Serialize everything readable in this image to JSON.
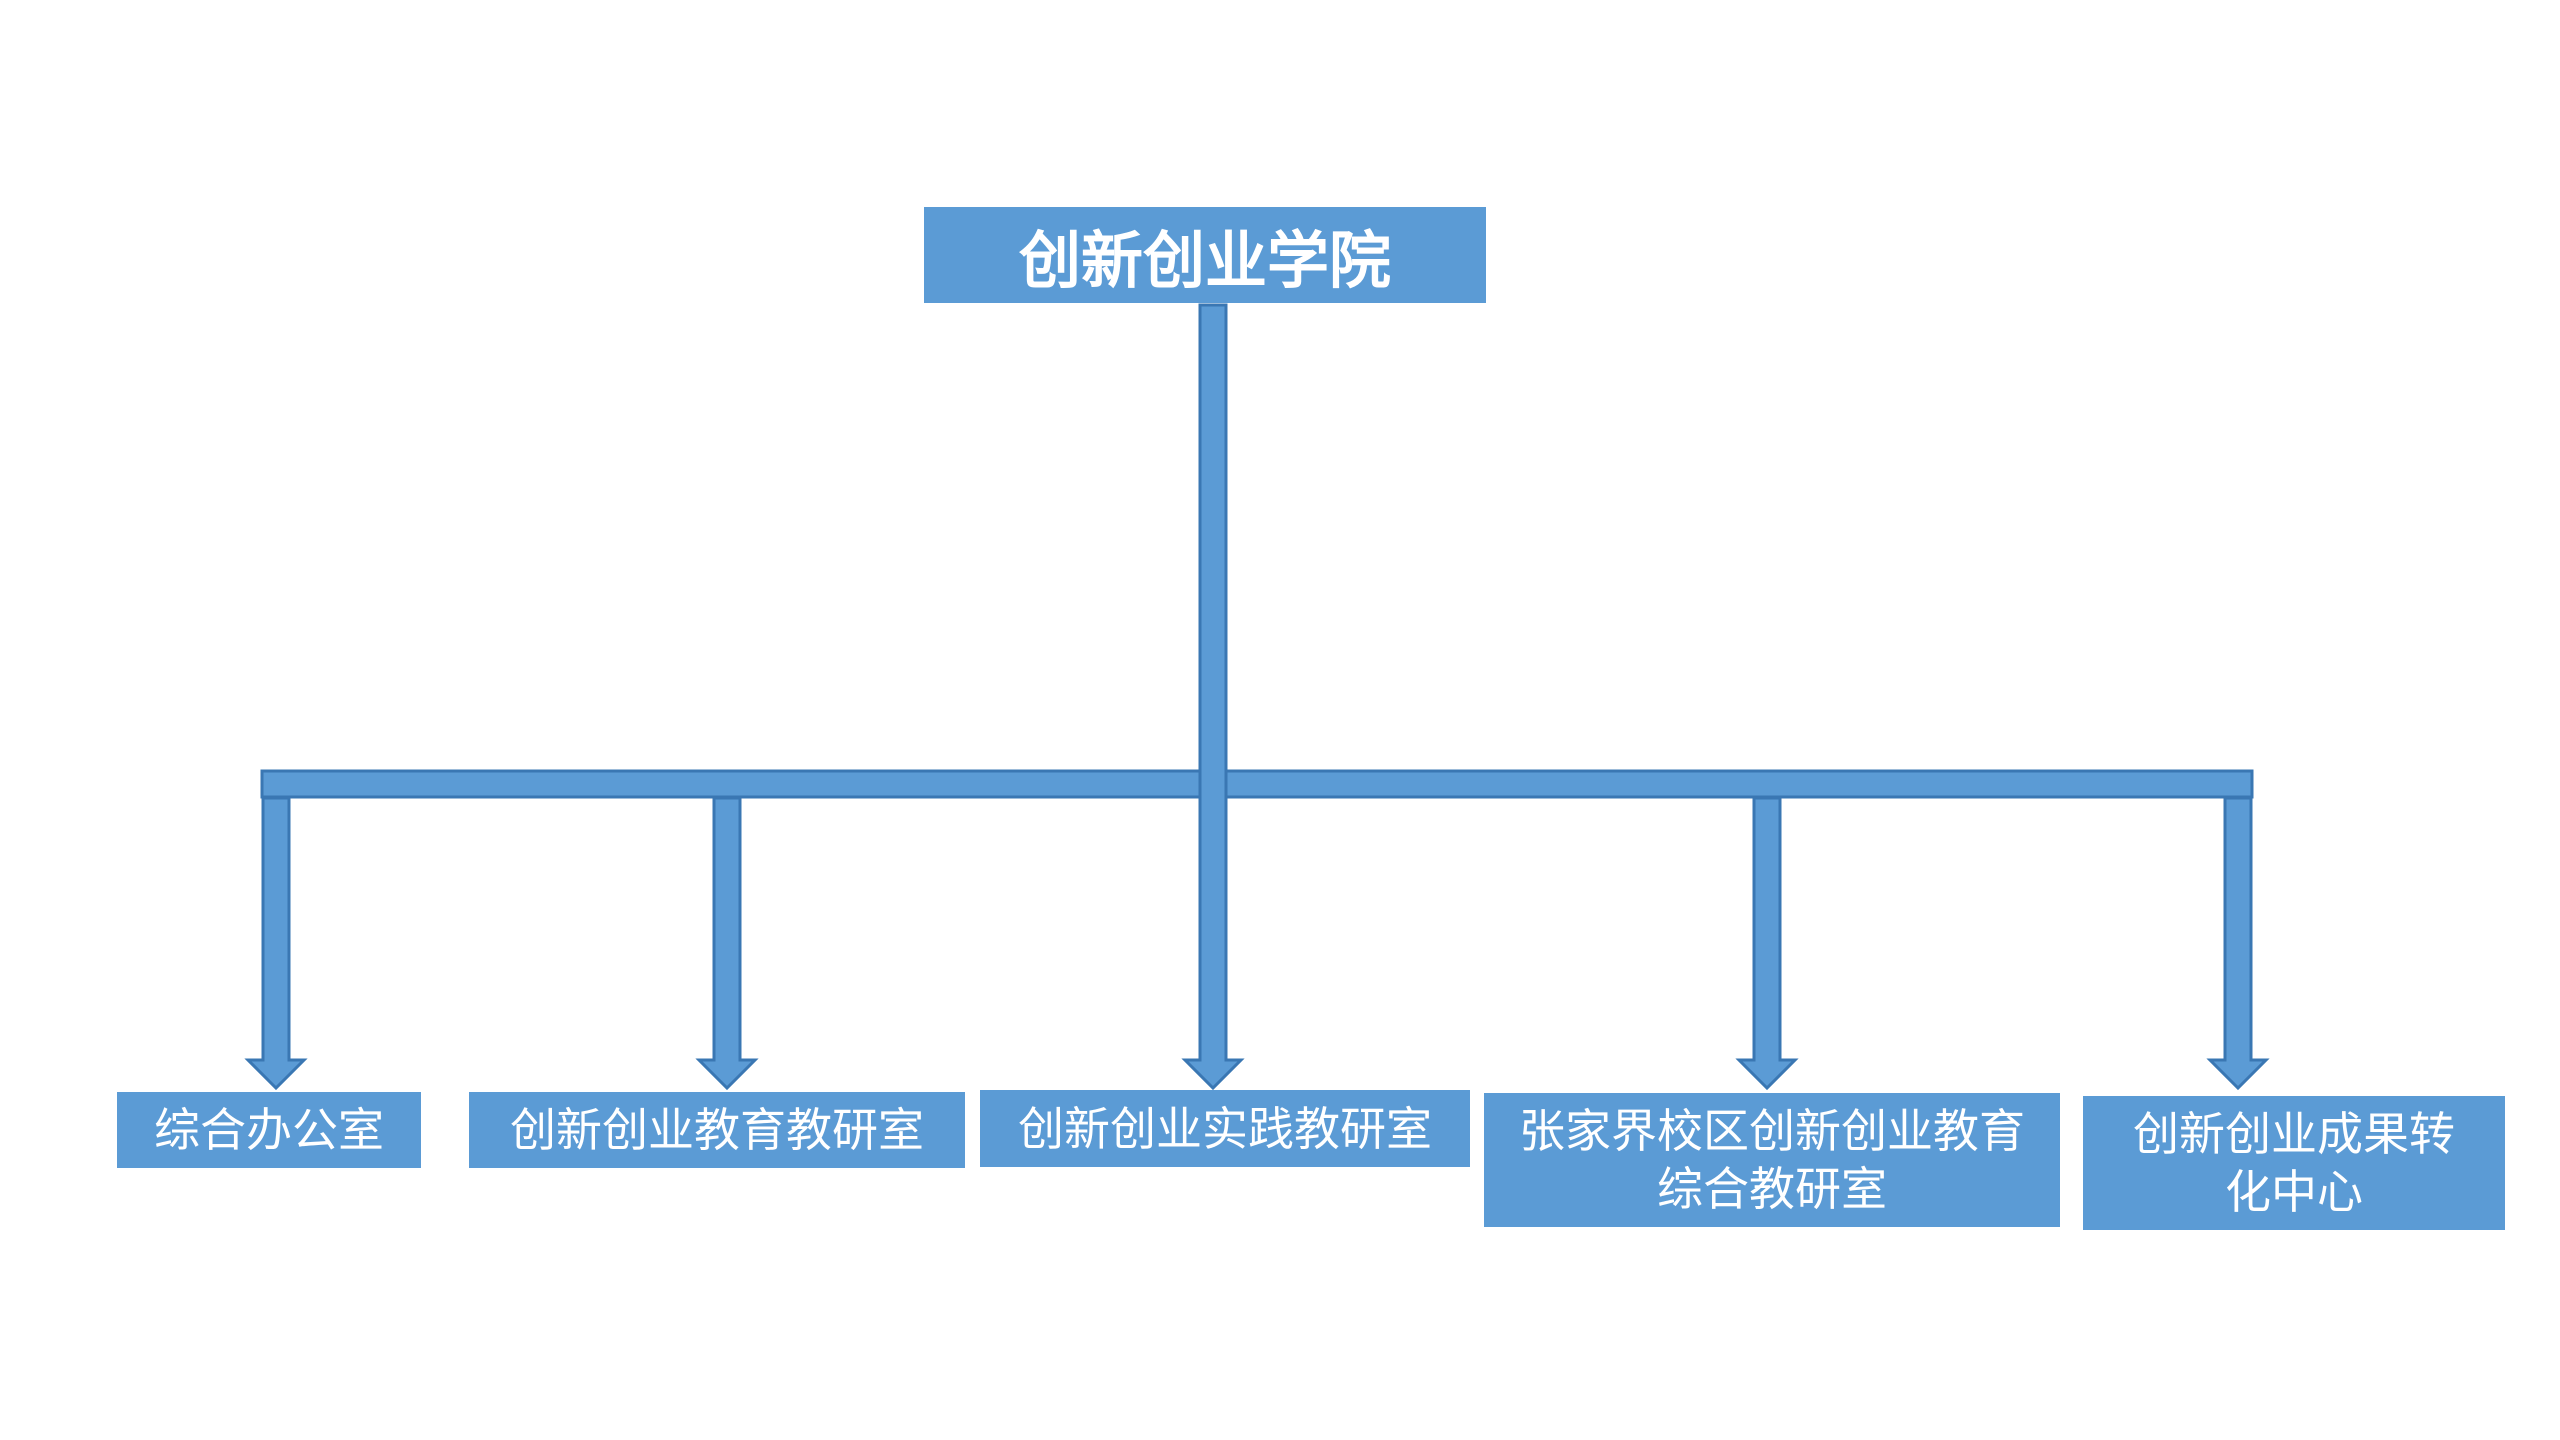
{
  "diagram": {
    "type": "org-chart",
    "colors": {
      "box_fill": "#5b9bd5",
      "connector_fill": "#5b9bd5",
      "connector_stroke": "#3a77b3",
      "text": "#ffffff",
      "background": "#ffffff"
    },
    "root": {
      "label": "创新创业学院"
    },
    "children": [
      {
        "label_lines": [
          "综合办公室"
        ]
      },
      {
        "label_lines": [
          "创新创业教育教研室"
        ]
      },
      {
        "label_lines": [
          "创新创业实践教研室"
        ]
      },
      {
        "label_lines": [
          "张家界校区创新创业教育",
          "综合教研室"
        ]
      },
      {
        "label_lines": [
          "创新创业成果转",
          "化中心"
        ]
      }
    ]
  }
}
